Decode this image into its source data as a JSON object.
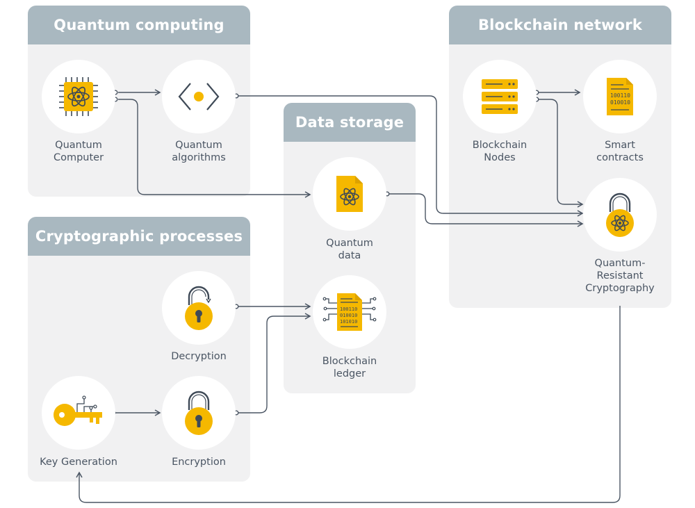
{
  "panels": {
    "quantum_computing": "Quantum computing",
    "blockchain_network": "Blockchain network",
    "data_storage": "Data storage",
    "cryptographic_processes": "Cryptographic processes"
  },
  "nodes": {
    "quantum_computer": [
      "Quantum",
      "Computer"
    ],
    "quantum_algorithms": [
      "Quantum",
      "algorithms"
    ],
    "blockchain_nodes": [
      "Blockchain",
      "Nodes"
    ],
    "smart_contracts": [
      "Smart",
      "contracts"
    ],
    "quantum_data": [
      "Quantum",
      "data"
    ],
    "blockchain_ledger": [
      "Blockchain",
      "ledger"
    ],
    "quantum_resistant_cryptography": [
      "Quantum-",
      "Resistant",
      "Cryptography"
    ],
    "decryption": [
      "Decryption"
    ],
    "key_generation": [
      "Key Generation"
    ],
    "encryption": [
      "Encryption"
    ]
  },
  "icons": {
    "quantum_computer": "atom-chip-icon",
    "quantum_algorithms": "code-brackets-icon",
    "blockchain_nodes": "server-icon",
    "smart_contracts": "binary-document-icon",
    "quantum_data": "atom-document-icon",
    "blockchain_ledger": "binary-ledger-icon",
    "quantum_resistant_cryptography": "atom-padlock-icon",
    "decryption": "open-padlock-icon",
    "key_generation": "circuit-key-icon",
    "encryption": "padlock-icon"
  },
  "colors": {
    "accent": "#f5b800",
    "accent_dark": "#dca200",
    "line": "#4a5563",
    "header": "#a9b8c0",
    "panel": "#f1f1f2"
  }
}
